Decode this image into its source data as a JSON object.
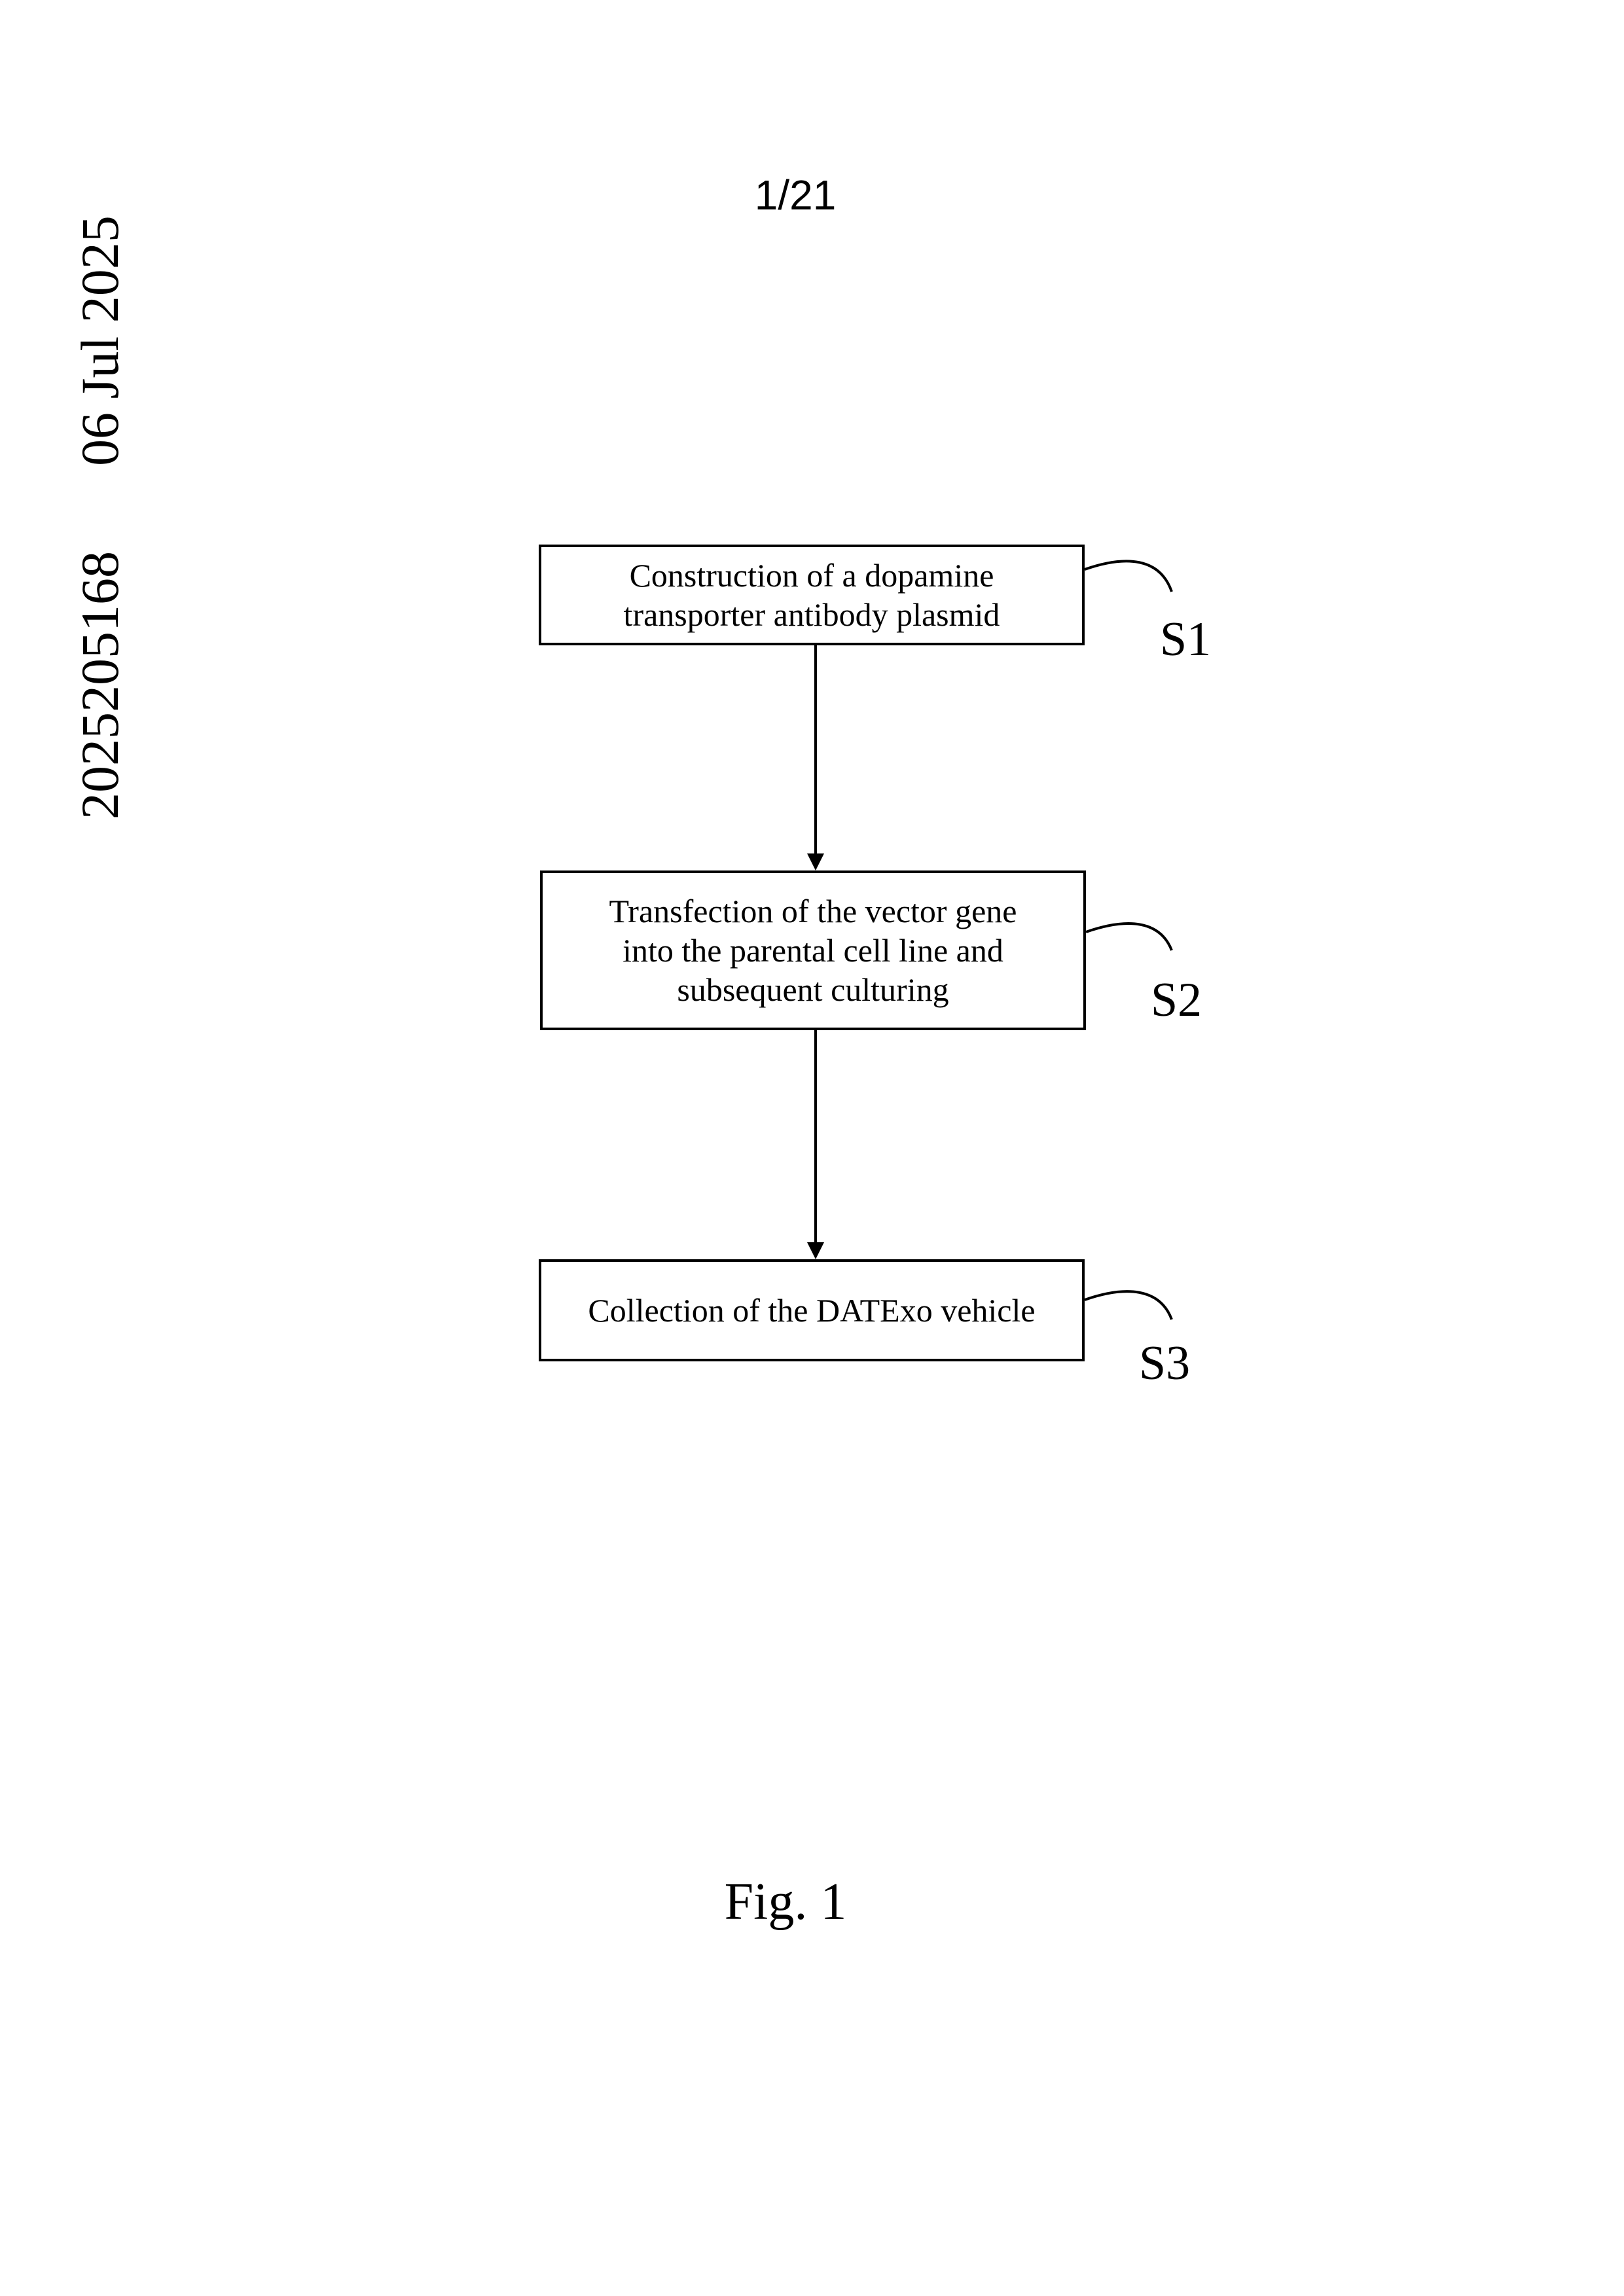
{
  "page": {
    "page_number": "1/21",
    "side_date": "06 Jul 2025",
    "side_application_number": "2025205168",
    "figure_caption": "Fig. 1"
  },
  "flowchart": {
    "steps": [
      {
        "id": "S1",
        "label": "S1",
        "text": "Construction of a dopamine\ntransporter antibody plasmid"
      },
      {
        "id": "S2",
        "label": "S2",
        "text": "Transfection of the vector gene\ninto the parental cell line and\nsubsequent culturing"
      },
      {
        "id": "S3",
        "label": "S3",
        "text": "Collection of the DATExo vehicle"
      }
    ],
    "arrows": [
      {
        "from": "S1",
        "to": "S2"
      },
      {
        "from": "S2",
        "to": "S3"
      }
    ]
  }
}
